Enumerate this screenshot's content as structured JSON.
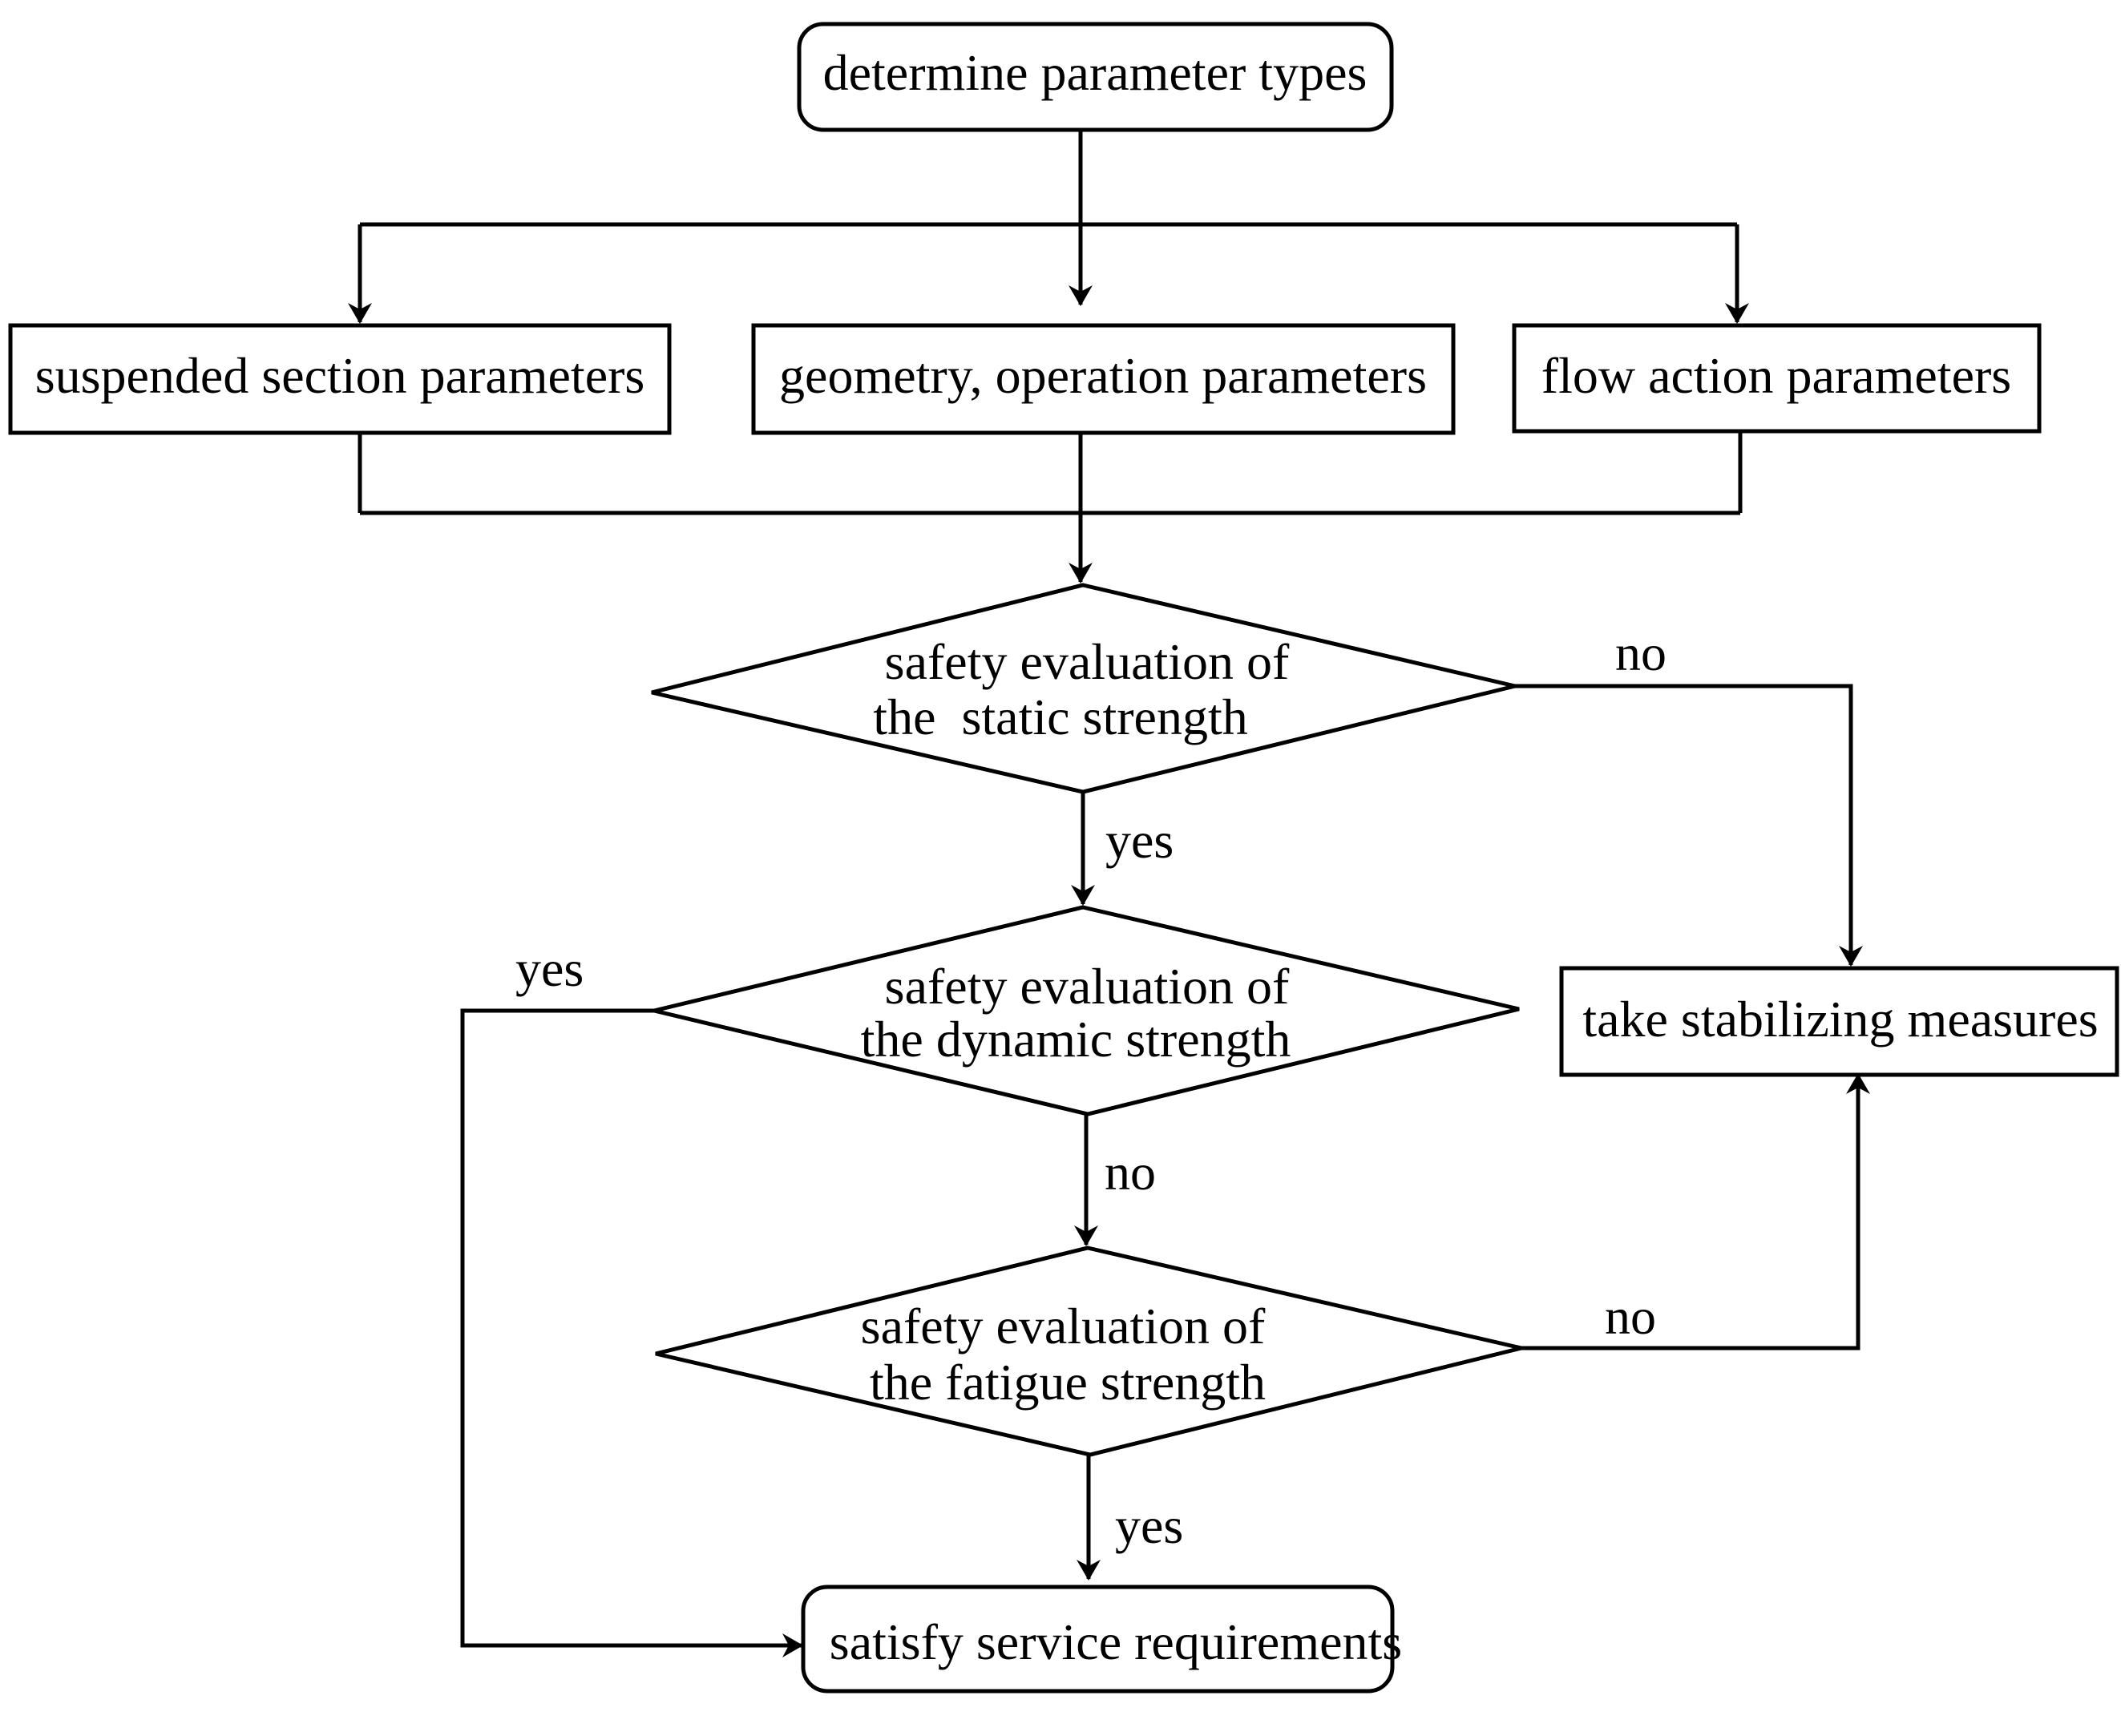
{
  "nodes": {
    "start": {
      "label": "determine parameter types"
    },
    "suspended": {
      "label": "suspended section parameters"
    },
    "geometry": {
      "label": "geometry, operation parameters"
    },
    "flow": {
      "label": "flow action parameters"
    },
    "static": {
      "line1": "safety evaluation of",
      "line2": "the  static strength"
    },
    "dynamic": {
      "line1": "safety evaluation of",
      "line2": "the dynamic strength"
    },
    "fatigue": {
      "line1": "safety evaluation of",
      "line2": "the fatigue strength"
    },
    "stabilize": {
      "label": "take stabilizing measures"
    },
    "satisfy": {
      "label": "satisfy service requirements"
    }
  },
  "edges": {
    "static_no": "no",
    "static_yes": "yes",
    "dynamic_yes": "yes",
    "dynamic_no": "no",
    "fatigue_no": "no",
    "fatigue_yes": "yes"
  }
}
